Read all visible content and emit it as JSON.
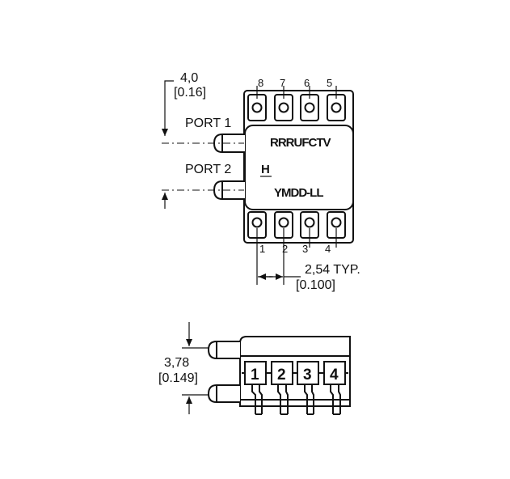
{
  "top_view": {
    "top_pins": [
      "8",
      "7",
      "6",
      "5"
    ],
    "bottom_pins": [
      "1",
      "2",
      "3",
      "4"
    ],
    "port1": "PORT 1",
    "port2": "PORT 2",
    "marking_line1": "RRRUFCTV",
    "marking_line2": "H",
    "marking_line3": "YMDD-LL",
    "dim_port_offset_mm": "4,0",
    "dim_port_offset_in": "[0.16]",
    "dim_pitch_mm": "2,54 TYP.",
    "dim_pitch_in": "[0.100]"
  },
  "side_view": {
    "pins": [
      "1",
      "2",
      "3",
      "4"
    ],
    "dim_port_spacing_mm": "3,78",
    "dim_port_spacing_in": "[0.149]"
  }
}
